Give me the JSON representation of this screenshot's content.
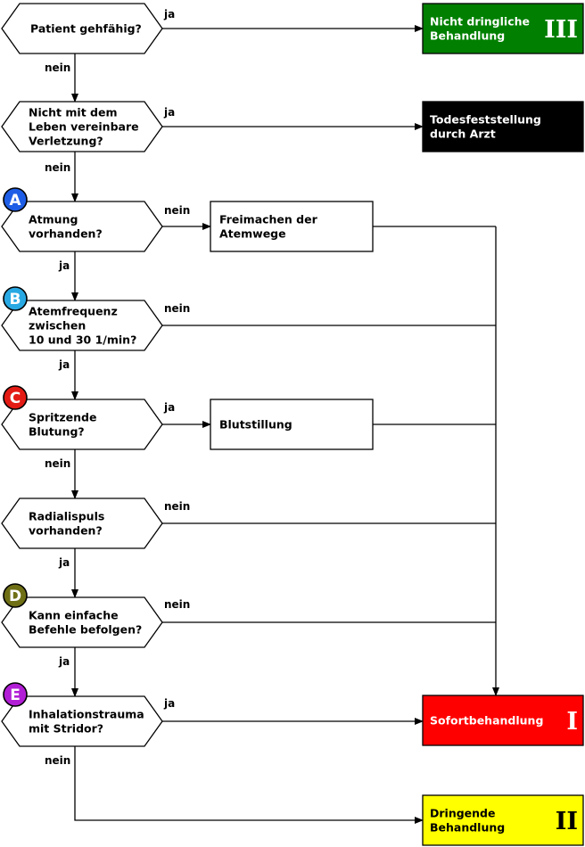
{
  "decisions": [
    {
      "lines": [
        "Patient gehfähig?"
      ]
    },
    {
      "lines": [
        "Nicht mit dem",
        "Leben vereinbare",
        "Verletzung?"
      ]
    },
    {
      "lines": [
        "Atmung",
        "vorhanden?"
      ],
      "badge": "A"
    },
    {
      "lines": [
        "Atemfrequenz",
        "zwischen",
        "10 und 30 1/min?"
      ],
      "badge": "B"
    },
    {
      "lines": [
        "Spritzende",
        "Blutung?"
      ],
      "badge": "C"
    },
    {
      "lines": [
        "Radialispuls",
        "vorhanden?"
      ]
    },
    {
      "lines": [
        "Kann einfache",
        "Befehle befolgen?"
      ],
      "badge": "D"
    },
    {
      "lines": [
        "Inhalationstrauma",
        "mit Stridor?"
      ],
      "badge": "E"
    }
  ],
  "actions": [
    {
      "lines": [
        "Freimachen der",
        "Atemwege"
      ]
    },
    {
      "lines": [
        "Blutstillung"
      ]
    }
  ],
  "outcomes": [
    {
      "lines": [
        "Nicht dringliche",
        "Behandlung"
      ],
      "numeral": "III",
      "fill": "#007f00",
      "text_color": "#ffffff"
    },
    {
      "lines": [
        "Todesfeststellung",
        "durch Arzt"
      ],
      "numeral": "",
      "fill": "#000000",
      "text_color": "#ffffff"
    },
    {
      "lines": [
        "Sofortbehandlung"
      ],
      "numeral": "I",
      "fill": "#ff0000",
      "text_color": "#ffffff"
    },
    {
      "lines": [
        "Dringende",
        "Behandlung"
      ],
      "numeral": "II",
      "fill": "#ffff00",
      "text_color": "#000000"
    }
  ],
  "badge_colors": {
    "A": "#1e5ee6",
    "B": "#29a9e3",
    "C": "#e31b14",
    "D": "#6f6f16",
    "E": "#b21ed6"
  },
  "edge_labels": {
    "d1_yes": "ja",
    "d1_no": "nein",
    "d2_yes": "ja",
    "d2_no": "nein",
    "d3_no": "nein",
    "d3_yes": "ja",
    "d4_no": "nein",
    "d4_yes": "ja",
    "d5_yes": "ja",
    "d5_no": "nein",
    "d6_no": "nein",
    "d6_yes": "ja",
    "d7_no": "nein",
    "d7_yes": "ja",
    "d8_yes": "ja",
    "d8_no": "nein"
  }
}
